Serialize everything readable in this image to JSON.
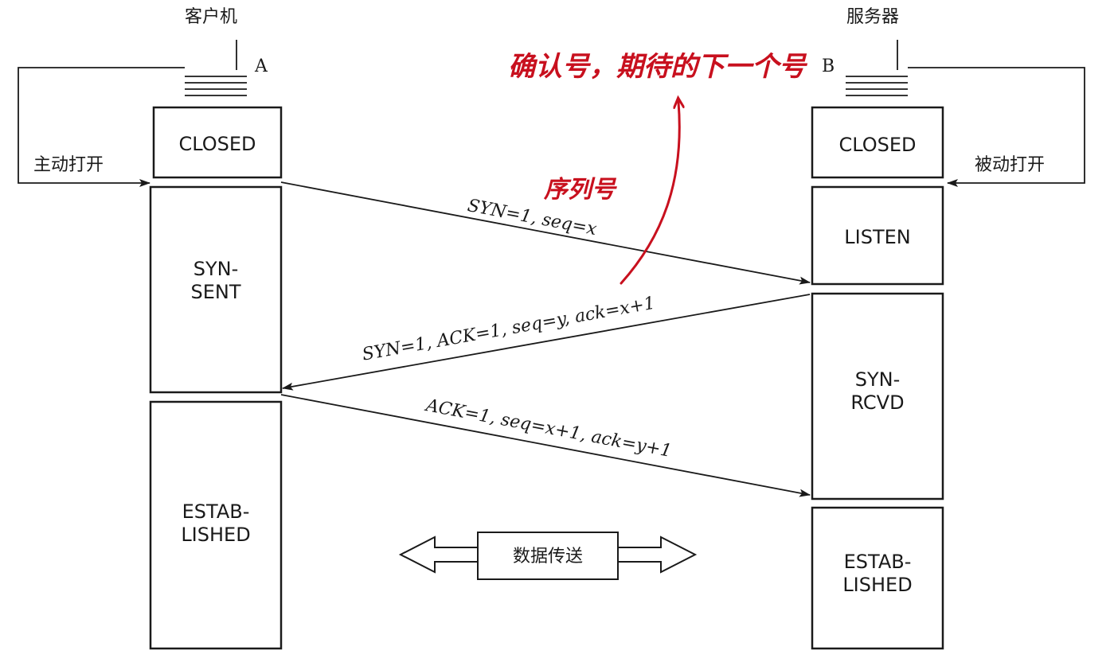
{
  "client": {
    "title": "客户机",
    "letter": "A",
    "open_label": "主动打开",
    "states": [
      "CLOSED",
      "SYN-\nSENT",
      "ESTAB-\nLISHED"
    ]
  },
  "server": {
    "title": "服务器",
    "letter": "B",
    "open_label": "被动打开",
    "states": [
      "CLOSED",
      "LISTEN",
      "SYN-\nRCVD",
      "ESTAB-\nLISHED"
    ]
  },
  "messages": [
    "SYN=1, seq=x",
    "SYN=1, ACK=1, seq=y, ack=x+1",
    "ACK=1, seq=x+1, ack=y+1"
  ],
  "data_transfer": "数据传送",
  "annotations": {
    "ack_note": "确认号，期待的下一个号",
    "seq_note": "序列号"
  },
  "colors": {
    "ink": "#1a1a1a",
    "annotation": "#c8101e"
  }
}
